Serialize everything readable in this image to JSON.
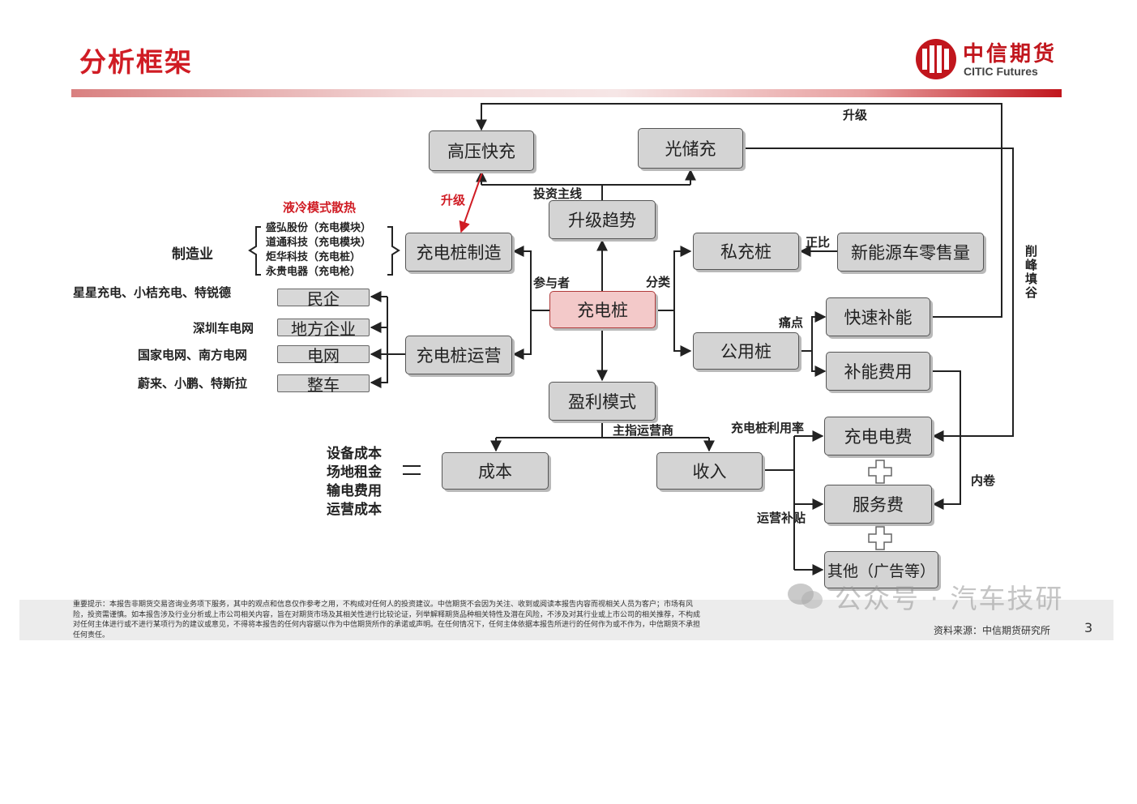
{
  "header": {
    "title": "分析框架",
    "logo_cn": "中信期货",
    "logo_en": "CITIC Futures"
  },
  "colors": {
    "brand_red": "#c1161d",
    "box_gray": "#d4d4d4",
    "center_pink": "#f3c9c9"
  },
  "nodes": {
    "center": "充电桩",
    "high_voltage": "高压快充",
    "solar_storage": "光储充",
    "upgrade_trend": "升级趋势",
    "manufacturing": "充电桩制造",
    "operation": "充电桩运营",
    "private_pile": "私充桩",
    "public_pile": "公用桩",
    "nev_sales": "新能源车零售量",
    "fast_charge": "快速补能",
    "charge_cost": "补能费用",
    "profit_model": "盈利模式",
    "cost": "成本",
    "revenue": "收入",
    "electricity_fee": "充电电费",
    "service_fee": "服务费",
    "other": "其他（广告等）",
    "private_ent": "民企",
    "local_ent": "地方企业",
    "grid": "电网",
    "oem": "整车"
  },
  "labels": {
    "upgrade_top": "升级",
    "upgrade_red": "升级",
    "liquid_cooling": "液冷模式散热",
    "investment_line": "投资主线",
    "participants": "参与者",
    "classification": "分类",
    "positive_ratio": "正比",
    "pain_point": "痛点",
    "mainly_operators": "主指运营商",
    "utilization": "充电桩利用率",
    "peak_shaving": "削峰填谷",
    "involution": "内卷",
    "ops_subsidy": "运营补贴",
    "manufacturing_industry": "制造业",
    "equals": "="
  },
  "manufacturers": [
    "盛弘股份（充电模块）",
    "道通科技（充电模块）",
    "炬华科技（充电桩）",
    "永贵电器（充电枪）"
  ],
  "operators": {
    "private": "星星充电、小桔充电、特锐德",
    "local": "深圳车电网",
    "grid": "国家电网、南方电网",
    "oem": "蔚来、小鹏、特斯拉"
  },
  "cost_items": [
    "设备成本",
    "场地租金",
    "输电费用",
    "运营成本"
  ],
  "footer": {
    "disclaimer": "重要提示：本报告非期货交易咨询业务项下服务，其中的观点和信息仅作参考之用，不构成对任何人的投资建议。中信期货不会因为关注、收到或阅读本报告内容而视相关人员为客户；市场有风险，投资需谨慎。如本报告涉及行业分析或上市公司相关内容，旨在对期货市场及其相关性进行比较论证，列举解释期货品种相关特性及潜在风险，不涉及对其行业或上市公司的相关推荐，不构成对任何主体进行或不进行某项行为的建议或意见，不得将本报告的任何内容据以作为中信期货所作的承诺或声明。在任何情况下，任何主体依据本报告所进行的任何作为或不作为，中信期货不承担任何责任。",
    "source": "资料来源：中信期货研究所",
    "page": "3",
    "watermark": "公众号 · 汽车技研"
  }
}
